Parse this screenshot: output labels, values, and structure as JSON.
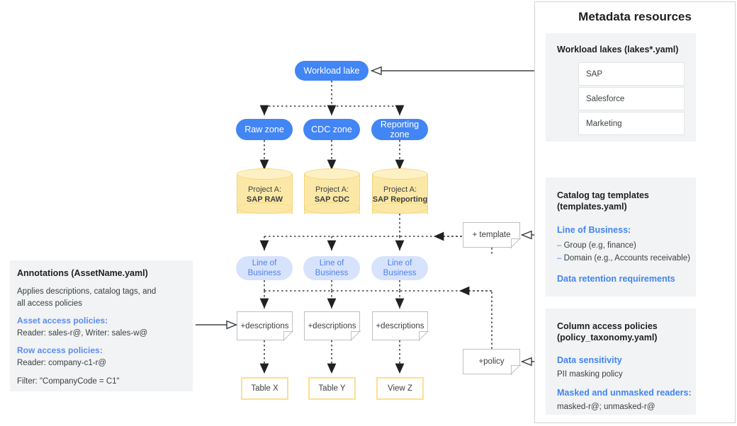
{
  "metadata": {
    "title": "Metadata resources",
    "lakes": {
      "heading": "Workload lakes (lakes*.yaml)",
      "items": [
        "SAP",
        "Salesforce",
        "Marketing"
      ]
    },
    "templates": {
      "heading_line1": "Catalog tag templates",
      "heading_line2": "(templates.yaml)",
      "lob_label": "Line of Business:",
      "bullets": [
        "Group (e.g, finance)",
        "Domain (e.g., Accounts receivable)"
      ],
      "retention": "Data retention requirements"
    },
    "policies": {
      "heading_line1": "Column access policies",
      "heading_line2": "(policy_taxonomy.yaml)",
      "sensitivity_label": "Data sensitivity",
      "sensitivity_value": "PII masking policy",
      "readers_label": "Masked and unmasked readers:",
      "readers_value": "masked-r@; unmasked-r@"
    }
  },
  "annotations": {
    "title": "Annotations (AssetName.yaml)",
    "description_line1": "Applies descriptions, catalog tags, and",
    "description_line2": "all access policies",
    "asset_label": "Asset access policies:",
    "asset_value": "Reader: sales-r@, Writer: sales-w@",
    "row_label": "Row access policies:",
    "row_value": "Reader: company-c1-r@",
    "filter_value": "Filter: \"CompanyCode = C1\""
  },
  "flow": {
    "workload_lake": "Workload lake",
    "zones": [
      "Raw zone",
      "CDC zone",
      "Reporting zone"
    ],
    "projects": [
      {
        "prefix": "Project A:",
        "name": "SAP RAW"
      },
      {
        "prefix": "Project A:",
        "name": "SAP CDC"
      },
      {
        "prefix": "Project A:",
        "name": "SAP Reporting"
      }
    ],
    "lob": [
      "Line of Business",
      "Line of Business",
      "Line of Business"
    ],
    "descriptions": [
      "+descriptions",
      "+descriptions",
      "+descriptions"
    ],
    "outputs": [
      "Table X",
      "Table Y",
      "View Z"
    ],
    "template_note": "+ template",
    "policy_note": "+policy"
  },
  "colors": {
    "blue": "#4285f4",
    "light_blue": "#d7e3fc",
    "yellow": "#fce8a6",
    "yellow_border": "#fcdf8e",
    "panel_grey": "#f1f3f4"
  }
}
